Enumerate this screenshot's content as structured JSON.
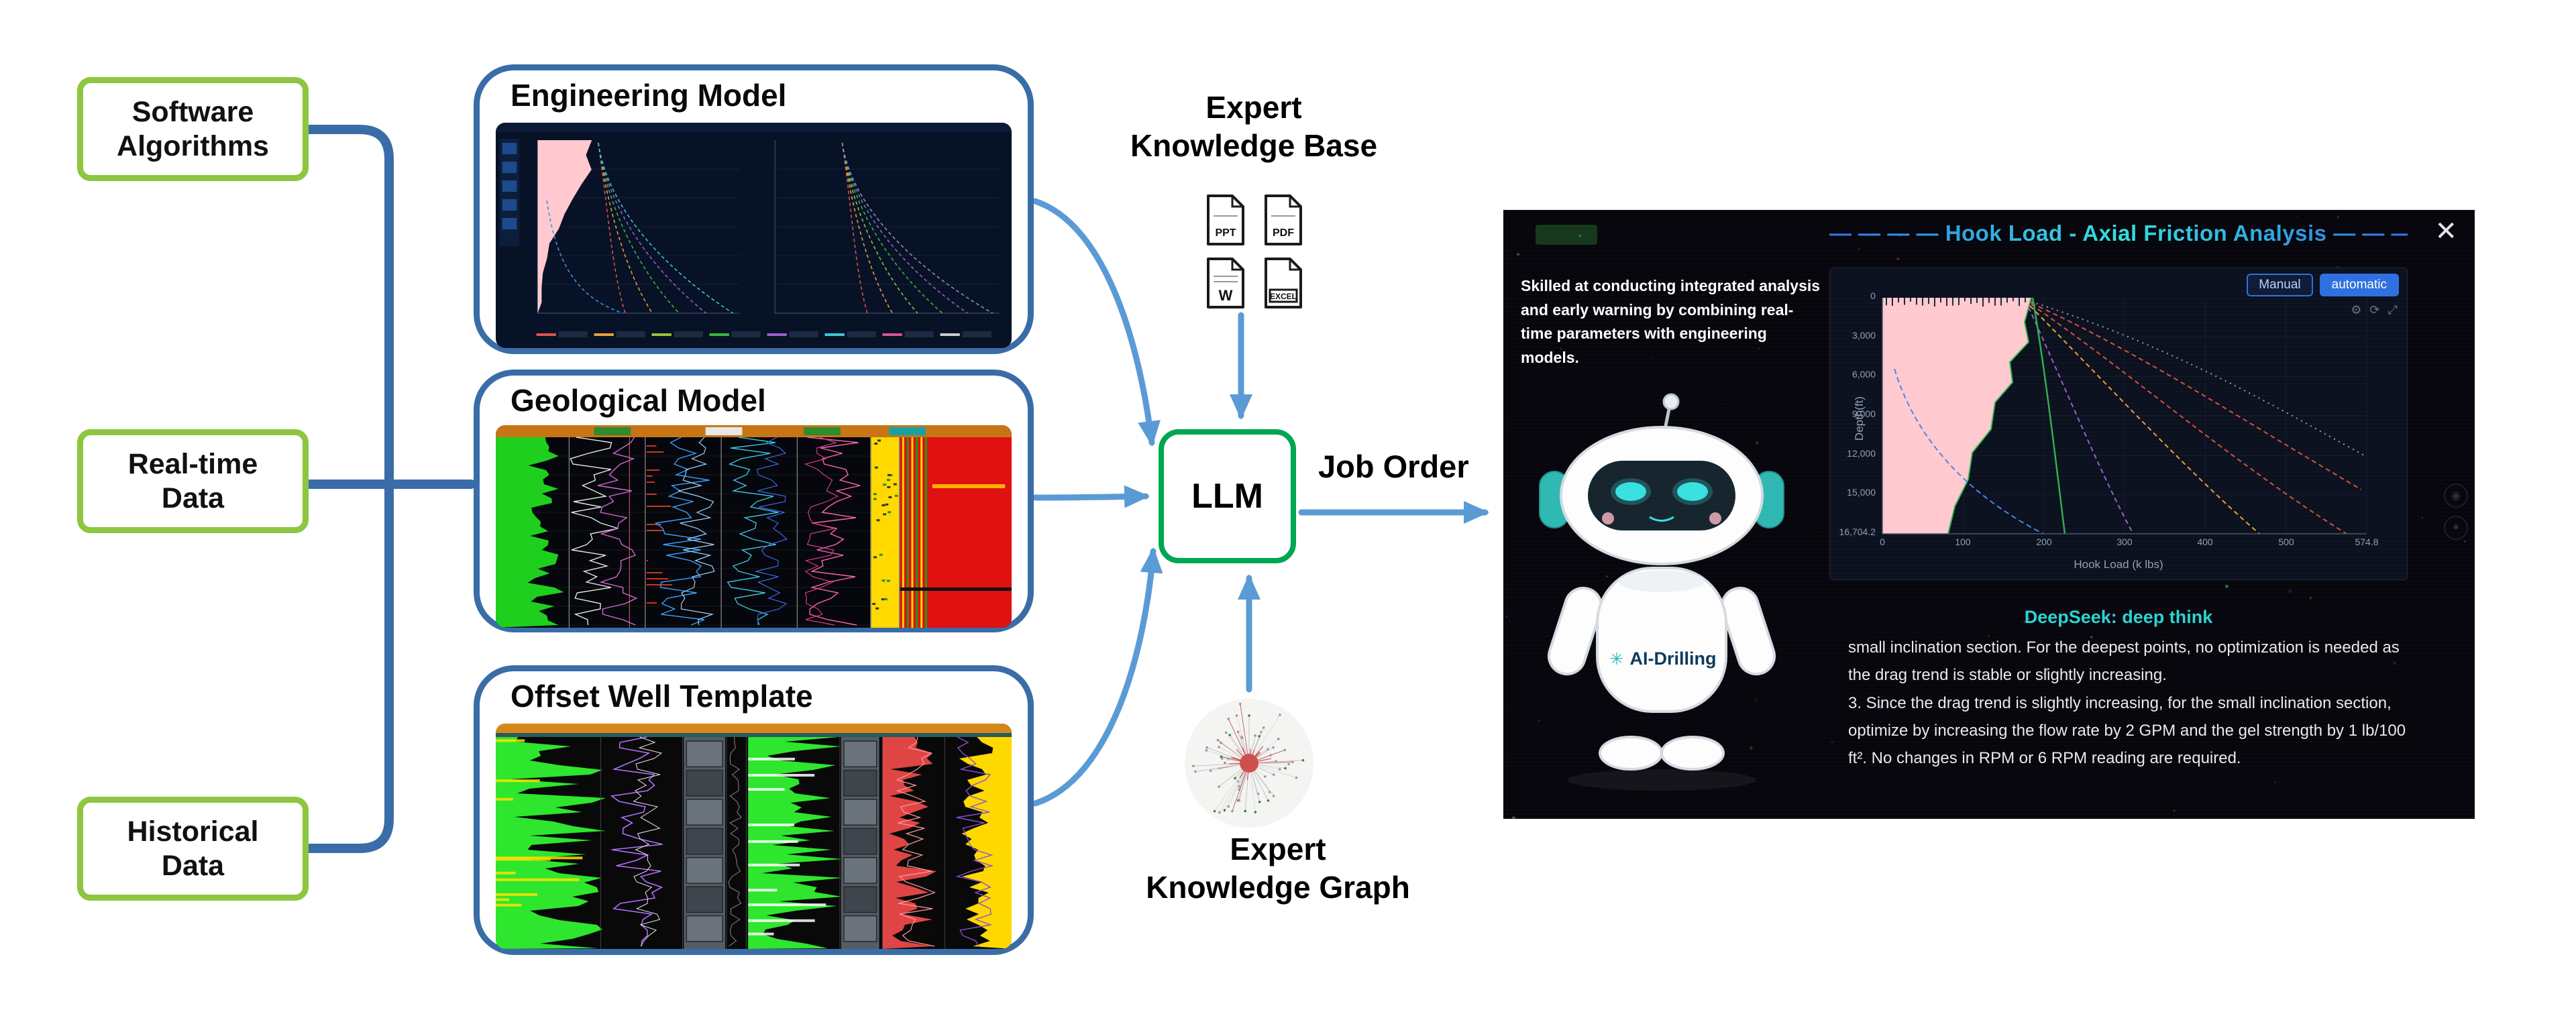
{
  "inputs": [
    {
      "line1": "Software",
      "line2": "Algorithms"
    },
    {
      "line1": "Real-time",
      "line2": "Data"
    },
    {
      "line1": "Historical",
      "line2": "Data"
    }
  ],
  "panels": [
    {
      "title": "Engineering Model"
    },
    {
      "title": "Geological Model"
    },
    {
      "title": "Offset Well Template"
    }
  ],
  "knowledge_base": {
    "line1": "Expert",
    "line2": "Knowledge Base",
    "icons": [
      "PPT",
      "PDF",
      "W",
      "EXCEL"
    ]
  },
  "llm": {
    "label": "LLM"
  },
  "job_order": {
    "label": "Job Order"
  },
  "knowledge_graph": {
    "line1": "Expert",
    "line2": "Knowledge Graph"
  },
  "result_panel": {
    "close_label": "✕",
    "dash_prefix": "— — — —",
    "title": "Hook Load - Axial Friction Analysis",
    "dash_suffix": "— — — —",
    "intro": "Skilled at conducting integrated analysis and early warning by combining real-time parameters with engineering models.",
    "robot_brand": "AI-Drilling",
    "chart": {
      "buttons": [
        {
          "label": "Manual"
        },
        {
          "label": "automatic"
        }
      ],
      "ylabel": "Depth(ft)",
      "xlabel": "Hook Load  (k lbs)",
      "yticks": [
        "0",
        "3,000",
        "6,000",
        "9,000",
        "12,000",
        "15,000",
        "16,704.2"
      ],
      "xticks": [
        "0",
        "100",
        "200",
        "300",
        "400",
        "500",
        "574.8"
      ]
    },
    "deepseek_label": "DeepSeek: deep think",
    "body_lines": [
      "small inclination section. For the deepest points, no optimization is needed as",
      "the drag trend is stable or slightly increasing.",
      "3. Since the drag trend is slightly increasing, for the small inclination section,",
      "optimize by increasing the flow rate by 2 GPM and the gel strength by 1 lb/100",
      "ft². No changes in RPM or 6 RPM reading are required."
    ]
  },
  "colors": {
    "input_border": "#8dc63f",
    "panel_border": "#3a6da8",
    "llm_border": "#00a651",
    "arrow": "#5b9bd5",
    "accent_cyan": "#2bd4d4"
  }
}
